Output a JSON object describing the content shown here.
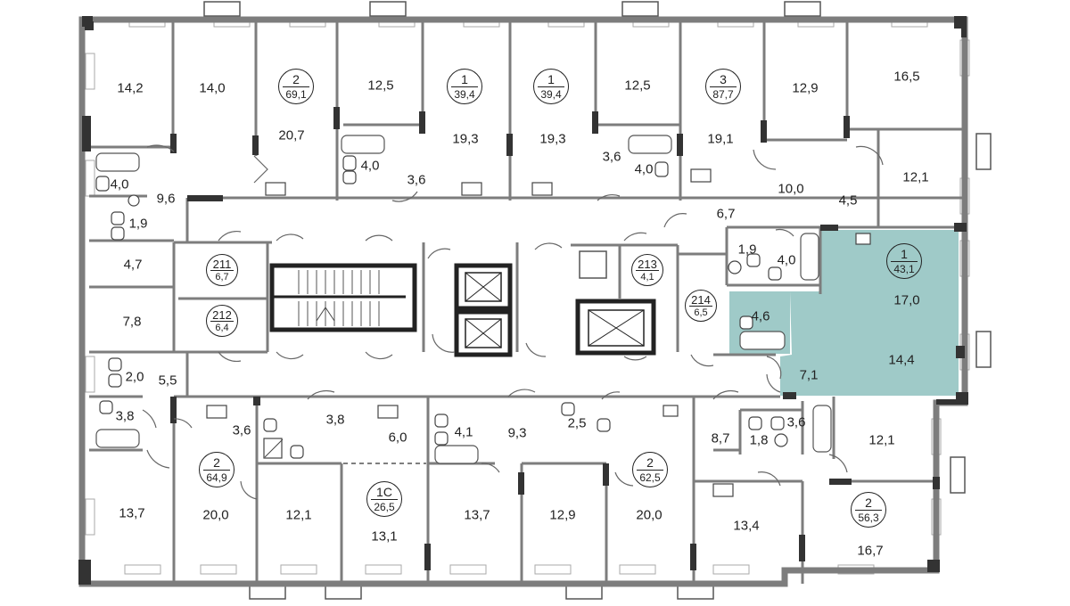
{
  "colors": {
    "wall": "#7d7d7d",
    "wall_dark": "#333333",
    "highlight": "#9fcac8",
    "window": "#ffffff",
    "door": "#666666"
  },
  "apartments": [
    {
      "id": "apt-2-69",
      "rooms": "2",
      "total": "69,1"
    },
    {
      "id": "apt-1-39a",
      "rooms": "1",
      "total": "39,4"
    },
    {
      "id": "apt-1-39b",
      "rooms": "1",
      "total": "39,4"
    },
    {
      "id": "apt-3-87",
      "rooms": "3",
      "total": "87,7"
    },
    {
      "id": "apt-1-43",
      "rooms": "1",
      "total": "43,1",
      "highlighted": true
    },
    {
      "id": "apt-2-64",
      "rooms": "2",
      "total": "64,9"
    },
    {
      "id": "apt-1c-26",
      "rooms": "1С",
      "total": "26,5"
    },
    {
      "id": "apt-2-62",
      "rooms": "2",
      "total": "62,5"
    },
    {
      "id": "apt-2-56",
      "rooms": "2",
      "total": "56,3"
    }
  ],
  "service_rooms": [
    {
      "id": "211",
      "number": "211",
      "area": "6,7"
    },
    {
      "id": "212",
      "number": "212",
      "area": "6,4"
    },
    {
      "id": "213",
      "number": "213",
      "area": "4,1"
    },
    {
      "id": "214",
      "number": "214",
      "area": "6,5"
    }
  ],
  "room_areas": [
    "14,2",
    "14,0",
    "20,7",
    "12,5",
    "19,3",
    "19,3",
    "12,5",
    "19,1",
    "12,9",
    "16,5",
    "4,0",
    "1,9",
    "9,6",
    "4,0",
    "3,6",
    "3,6",
    "4,0",
    "10,0",
    "12,1",
    "4,5",
    "6,7",
    "4,7",
    "7,8",
    "2,0",
    "5,5",
    "3,8",
    "1,9",
    "4,0",
    "17,0",
    "4,6",
    "14,4",
    "7,1",
    "3,6",
    "3,8",
    "6,0",
    "4,1",
    "9,3",
    "2,5",
    "8,7",
    "1,8",
    "3,6",
    "12,1",
    "13,7",
    "20,0",
    "12,1",
    "13,1",
    "13,7",
    "12,9",
    "20,0",
    "13,4",
    "16,7"
  ]
}
